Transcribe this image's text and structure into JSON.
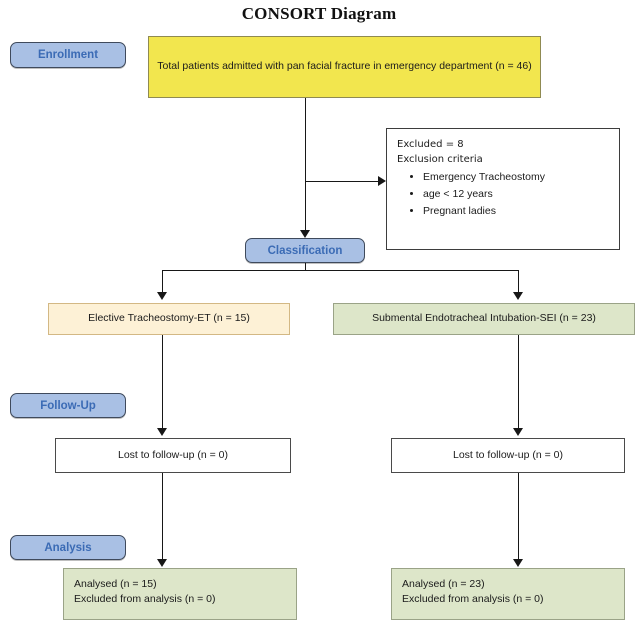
{
  "title": "CONSORT Diagram",
  "stages": [
    {
      "key": "enrollment",
      "label": "Enrollment"
    },
    {
      "key": "classification",
      "label": "Classification"
    },
    {
      "key": "followup",
      "label": "Follow-Up"
    },
    {
      "key": "analysis",
      "label": "Analysis"
    }
  ],
  "nodes": {
    "enrollment_box": {
      "text": "Total patients admitted with pan facial fracture in emergency department (n = 46)",
      "n": 46,
      "fill": "#f2e64e",
      "border": "#8f8a52"
    },
    "excluded_box": {
      "line1": "Excluded = 8",
      "line2": "Exclusion criteria",
      "n": 8,
      "criteria": [
        "Emergency Tracheostomy",
        "age < 12 years",
        "Pregnant ladies"
      ],
      "fill": "#ffffff",
      "border": "#3d3d3d"
    },
    "arm_left": {
      "text": "Elective Tracheostomy-ET (n = 15)",
      "n": 15,
      "fill": "#fdf1d6",
      "border": "#d3b884"
    },
    "arm_right": {
      "text": "Submental Endotracheal Intubation-SEI (n = 23)",
      "n": 23,
      "fill": "#dde6c9",
      "border": "#9aa387"
    },
    "lost_left": {
      "text": "Lost to follow-up (n = 0)",
      "n": 0,
      "fill": "#ffffff",
      "border": "#4a4a4a"
    },
    "lost_right": {
      "text": "Lost to follow-up (n = 0)",
      "n": 0,
      "fill": "#ffffff",
      "border": "#4a4a4a"
    },
    "analysed_left": {
      "text": "Analysed (n = 15)\nExcluded from analysis (n = 0)",
      "analysed_n": 15,
      "excluded_n": 0,
      "fill": "#dde6c9",
      "border": "#9aa387"
    },
    "analysed_right": {
      "text": "Analysed (n = 23)\nExcluded from analysis (n = 0)",
      "analysed_n": 23,
      "excluded_n": 0,
      "fill": "#dde6c9",
      "border": "#9aa387"
    }
  },
  "colors": {
    "stage_fill": "#a9c0e4",
    "stage_border": "#3f4a5c",
    "stage_text": "#3b6bb5",
    "connector": "#171717",
    "text": "#1b1b1b"
  }
}
